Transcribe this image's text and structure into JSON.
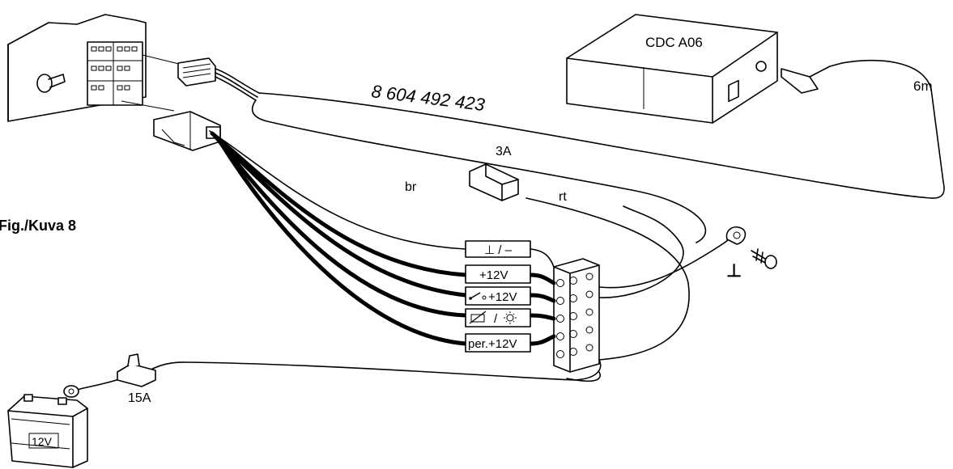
{
  "figure": {
    "caption": "Fig./Kuva 8"
  },
  "cable": {
    "part_number": "8 604 492 423"
  },
  "changer": {
    "name": "CDC A06",
    "cable_length": "6m"
  },
  "wires": {
    "left_color": "br",
    "right_color": "rt"
  },
  "fuses": {
    "inline_fuse": "3A",
    "battery_fuse": "15A"
  },
  "battery": {
    "voltage": "12V"
  },
  "terminals": [
    {
      "label": "⊥ / –",
      "style": "thin"
    },
    {
      "label": "+12V",
      "style": "black"
    },
    {
      "label": "+12V",
      "style": "black",
      "icon": "ignition-switch-icon"
    },
    {
      "label": "/",
      "style": "black",
      "icon": "dimmer-light-icon"
    },
    {
      "label": "per.+12V",
      "style": "black"
    }
  ],
  "ground_symbol": "⊥"
}
